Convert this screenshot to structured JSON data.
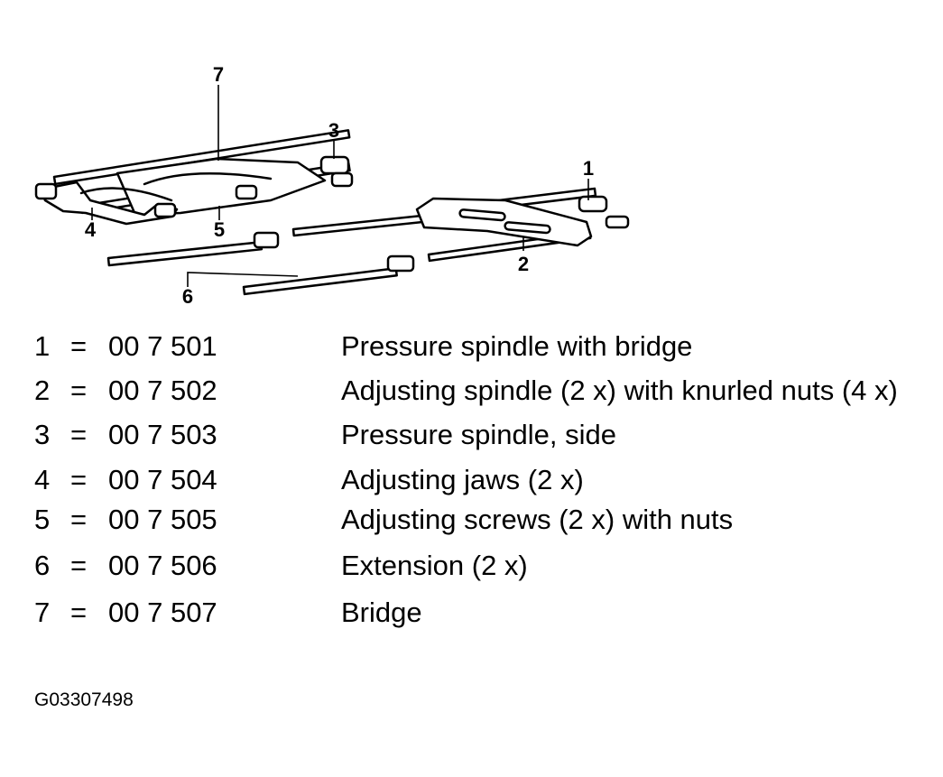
{
  "callouts": {
    "c1": "1",
    "c2": "2",
    "c3": "3",
    "c4": "4",
    "c5": "5",
    "c6": "6",
    "c7": "7"
  },
  "legend": [
    {
      "num": "1",
      "eq": "=",
      "part": "00 7 501",
      "desc": "Pressure spindle with bridge"
    },
    {
      "num": "2",
      "eq": "=",
      "part": "00 7 502",
      "desc": "Adjusting spindle (2 x) with knurled nuts (4 x)"
    },
    {
      "num": "3",
      "eq": "=",
      "part": "00 7 503",
      "desc": "Pressure spindle, side"
    },
    {
      "num": "4",
      "eq": "=",
      "part": "00 7 504",
      "desc": "Adjusting jaws (2 x)"
    },
    {
      "num": "5",
      "eq": "=",
      "part": "00 7 505",
      "desc": "Adjusting screws (2 x) with nuts"
    },
    {
      "num": "6",
      "eq": "=",
      "part": "00 7 506",
      "desc": "Extension (2 x)"
    },
    {
      "num": "7",
      "eq": "=",
      "part": "00 7 507",
      "desc": "Bridge"
    }
  ],
  "figure_id": "G03307498"
}
